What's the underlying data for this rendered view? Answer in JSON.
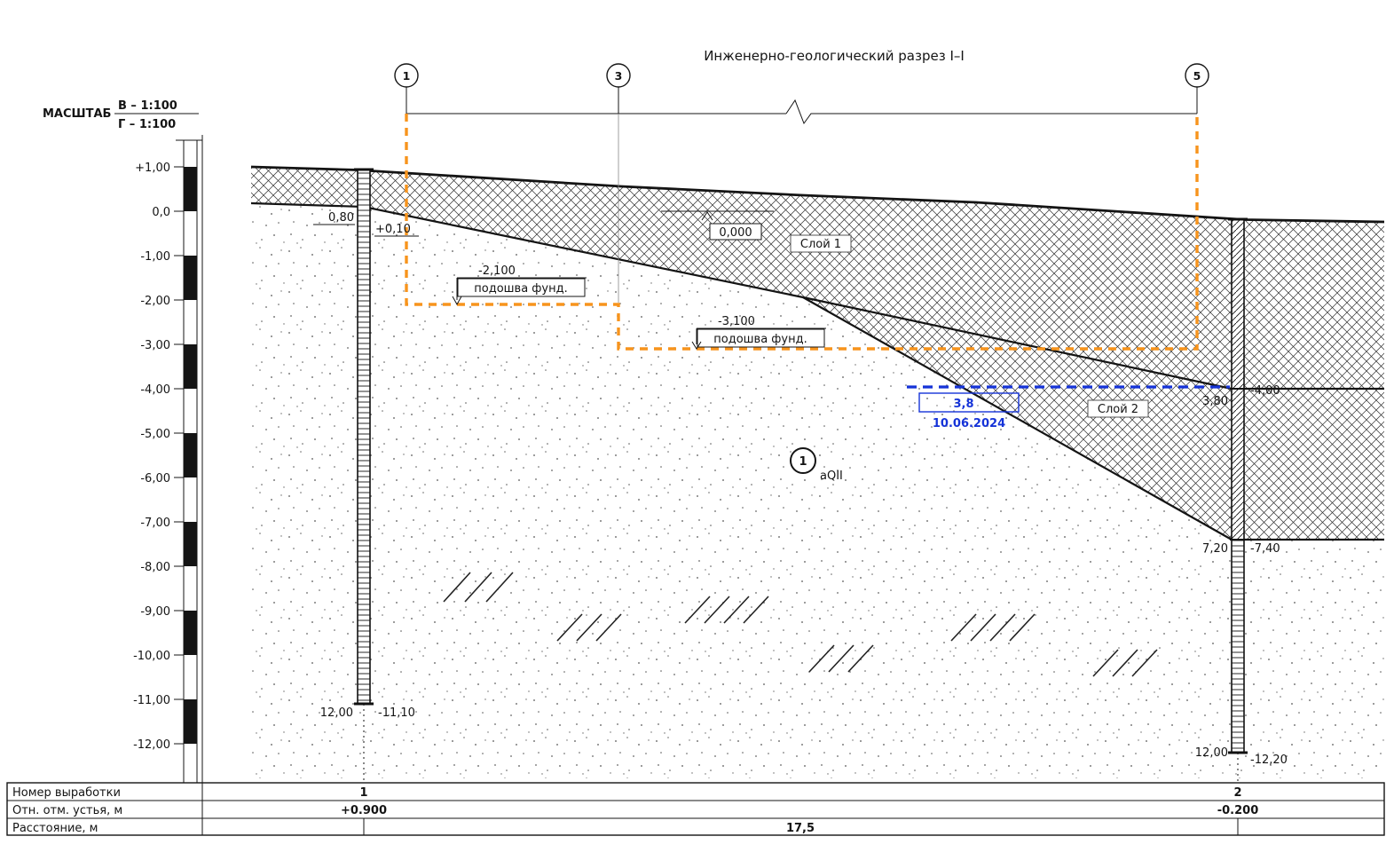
{
  "title": "Инженерно-геологический разрез I–I",
  "scale_block": {
    "label": "МАСШТАБ",
    "vertical": "В – 1:100",
    "horizontal": "Г – 1:100"
  },
  "elevation_scale": {
    "labels": [
      "+1,00",
      "0,0",
      "-1,00",
      "-2,00",
      "-3,00",
      "-4,00",
      "-5,00",
      "-6,00",
      "-7,00",
      "-8,00",
      "-9,00",
      "-10,00",
      "-11,00",
      "-12,00"
    ]
  },
  "axes": {
    "a1": "1",
    "a3": "3",
    "a5": "5"
  },
  "annotations": {
    "zero_mark": "0,000",
    "foundation1_elev": "-2,100",
    "foundation1_label": "подошва фунд.",
    "foundation2_elev": "-3,100",
    "foundation2_label": "подошва фунд.",
    "layer1_label": "Слой 1",
    "layer2_label": "Слой 2",
    "unit_number": "1",
    "unit_code": "aQII",
    "water_depth": "3,8",
    "water_date": "10.06.2024"
  },
  "borehole1": {
    "depth_top": "0,80",
    "elev_top": "+0,10",
    "depth_bottom": "12,00",
    "elev_bottom": "-11,10"
  },
  "borehole2": {
    "depth_mid": "3,80",
    "elev_mid": "-4,00",
    "depth_low": "7,20",
    "elev_low": "-7,40",
    "depth_bottom": "12,00",
    "elev_bottom": "-12,20"
  },
  "table": {
    "row1_label": "Номер выработки",
    "row1_v1": "1",
    "row1_v2": "2",
    "row2_label": "Отн. отм. устья, м",
    "row2_v1": "+0.900",
    "row2_v2": "-0.200",
    "row3_label": "Расстояние, м",
    "row3_span": "17,5"
  },
  "colors": {
    "accent_orange": "#F7941D",
    "water_blue": "#1533D8"
  }
}
